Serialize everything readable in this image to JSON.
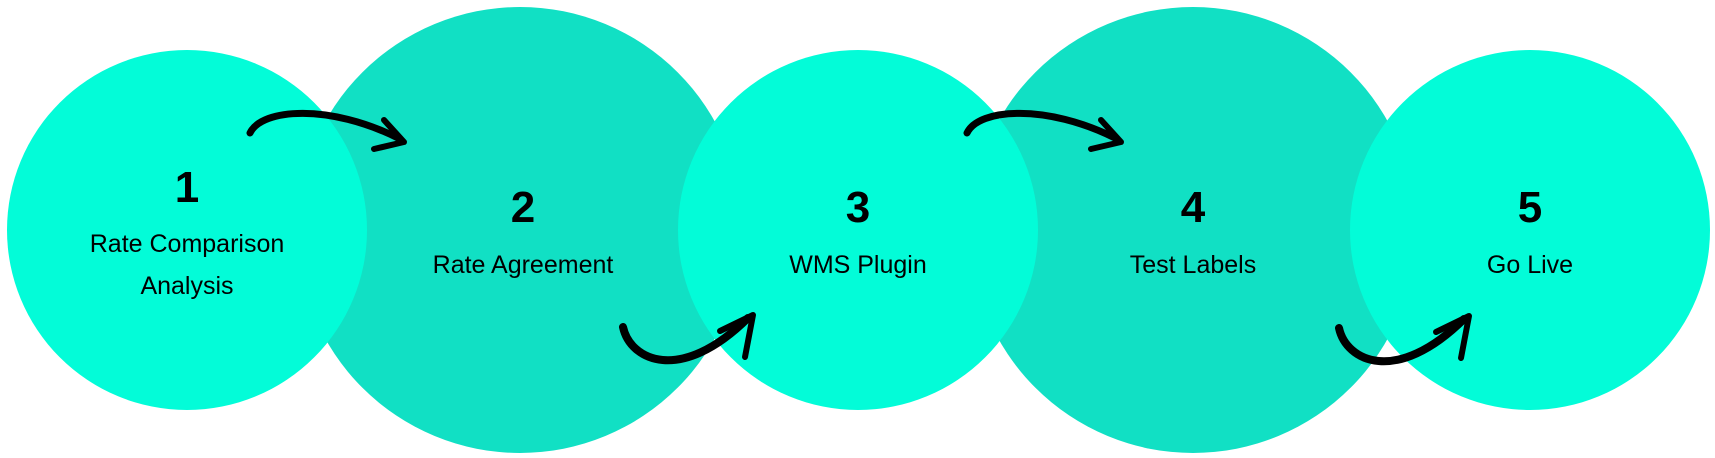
{
  "diagram": {
    "type": "process-flow",
    "colors": {
      "primary_circle": "#03FCD8",
      "secondary_circle": "#11E0C4",
      "text": "#000000",
      "arrow": "#000000",
      "background": "#FFFFFF"
    },
    "steps": [
      {
        "number": "1",
        "label_lines": [
          "Rate Comparison",
          "Analysis"
        ]
      },
      {
        "number": "2",
        "label_lines": [
          "Rate Agreement"
        ]
      },
      {
        "number": "3",
        "label_lines": [
          "WMS Plugin"
        ]
      },
      {
        "number": "4",
        "label_lines": [
          "Test Labels"
        ]
      },
      {
        "number": "5",
        "label_lines": [
          "Go Live"
        ]
      }
    ],
    "connectors": [
      {
        "from": "1",
        "to": "2",
        "style": "arc-over"
      },
      {
        "from": "2",
        "to": "3",
        "style": "arc-under"
      },
      {
        "from": "3",
        "to": "4",
        "style": "arc-over"
      },
      {
        "from": "4",
        "to": "5",
        "style": "arc-under"
      }
    ]
  }
}
